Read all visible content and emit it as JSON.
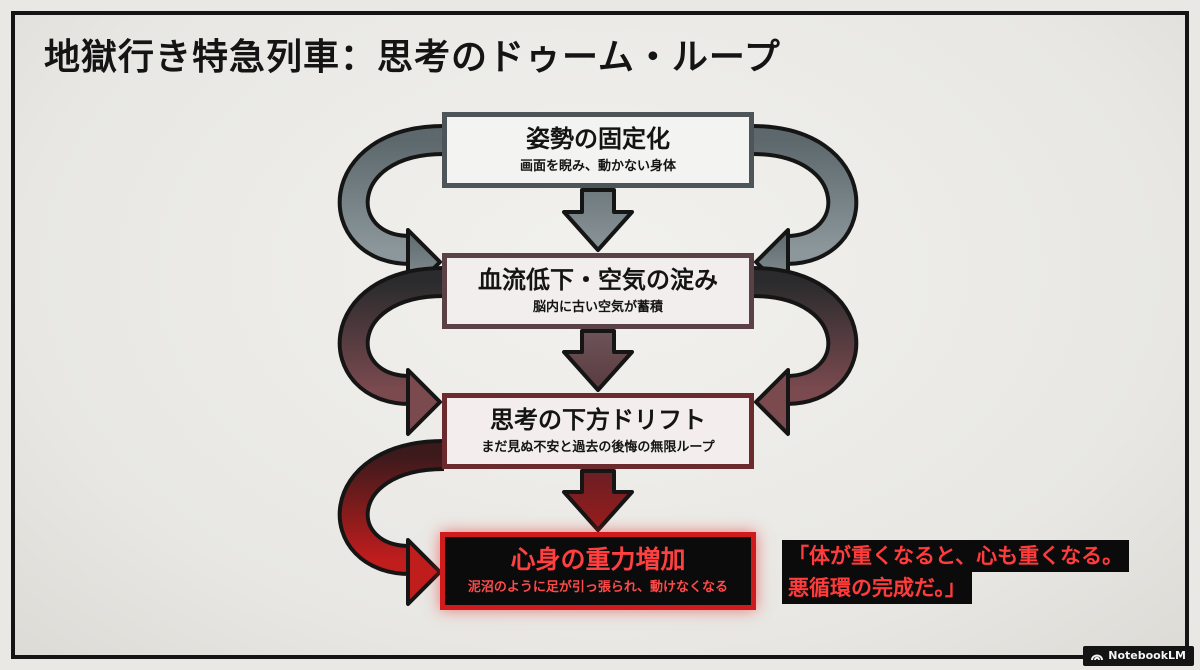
{
  "title": "地獄行き特急列車：思考のドゥーム・ループ",
  "steps": [
    {
      "heading": "姿勢の固定化",
      "sub": "画面を睨み、動かない身体"
    },
    {
      "heading": "血流低下・空気の淀み",
      "sub": "脳内に古い空気が蓄積"
    },
    {
      "heading": "思考の下方ドリフト",
      "sub": "まだ見ぬ不安と過去の後悔の無限ループ"
    },
    {
      "heading": "心身の重力増加",
      "sub": "泥沼のように足が引っ張られ、動けなくなる"
    }
  ],
  "quote": {
    "line1": "「体が重くなると、心も重くなる。",
    "line2": "悪循環の完成だ。」"
  },
  "badge": {
    "label": "NotebookLM",
    "icon": "notebooklm-logo-icon"
  },
  "colors": {
    "step1": "#4d5558",
    "step2": "#5a4145",
    "step3": "#6a2a2e",
    "step4": "#cf1b1b",
    "quote_text": "#ff3b3b",
    "background": "#e9e8e4"
  }
}
